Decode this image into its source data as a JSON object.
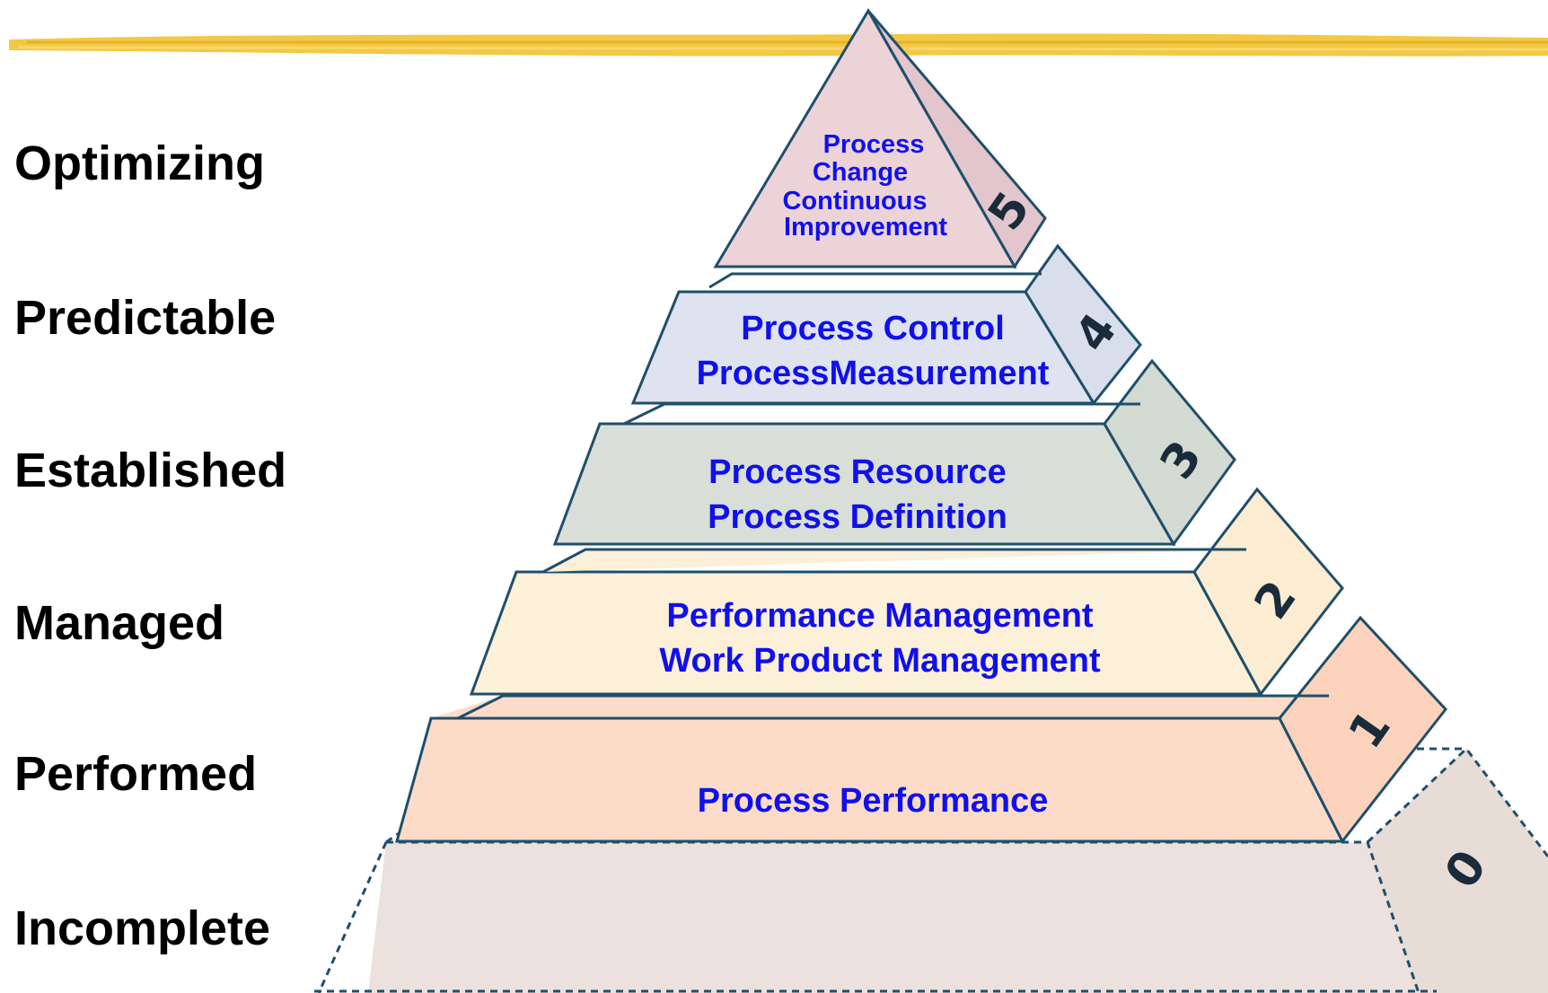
{
  "levels": [
    {
      "number": "5",
      "name": "Optimizing",
      "lines": [
        "Process",
        "Change",
        "Continuous",
        "Improvement"
      ]
    },
    {
      "number": "4",
      "name": "Predictable",
      "lines": [
        "Process Control",
        "ProcessMeasurement"
      ]
    },
    {
      "number": "3",
      "name": "Established",
      "lines": [
        "Process Resource",
        "Process Definition"
      ]
    },
    {
      "number": "2",
      "name": "Managed",
      "lines": [
        "Performance Management",
        "Work Product Management"
      ]
    },
    {
      "number": "1",
      "name": "Performed",
      "lines": [
        "Process Performance"
      ]
    },
    {
      "number": "0",
      "name": "Incomplete",
      "lines": []
    }
  ],
  "colors": {
    "text_blue": "#1010ee",
    "outline": "#1f4f6b",
    "tier5": "#ecd3d8",
    "tier4": "#dfe3ef",
    "tier3": "#d9dfd8",
    "tier2": "#fdf0d9",
    "tier1": "#fcdcc8",
    "tier0": "#ece1dc",
    "bar": "#f2c53a"
  }
}
